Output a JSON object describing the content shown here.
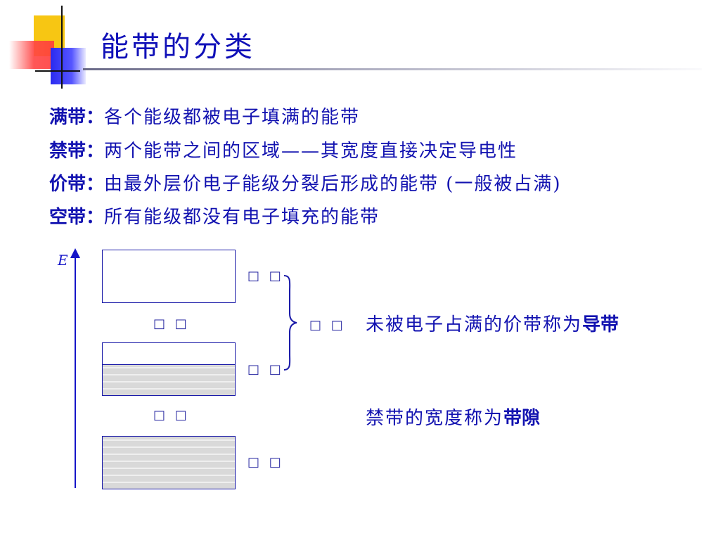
{
  "title": "能带的分类",
  "definitions": [
    {
      "term": "满带：",
      "text": "各个能级都被电子填满的能带"
    },
    {
      "term": "禁带：",
      "text": "两个能带之间的区域——其宽度直接决定导电性"
    },
    {
      "term": "价带：",
      "text": "由最外层价电子能级分裂后形成的能带 (一般被占满)"
    },
    {
      "term": "空带：",
      "text": "所有能级都没有电子填充的能带"
    }
  ],
  "diagram": {
    "axis_label": "E",
    "label_top_right": "□ □",
    "label_gap1": "□ □",
    "label_brace": "□ □",
    "label_mid_right": "□ □",
    "label_gap2": "□ □",
    "label_bottom_right": "□ □"
  },
  "notes": [
    {
      "text": "未被电子占满的价带称为",
      "bold": "导带"
    },
    {
      "text": "禁带的宽度称为",
      "bold": "带隙"
    }
  ],
  "colors": {
    "text": "#1212b0",
    "band_border": "#1a1aa8",
    "band_fill": "#d9d9d9"
  }
}
